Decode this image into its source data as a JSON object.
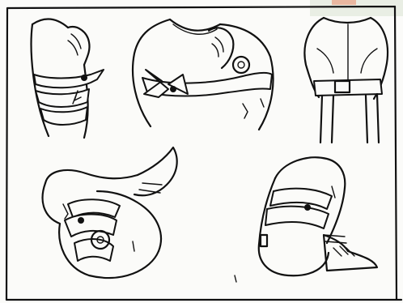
{
  "illustration": {
    "panels": [
      {
        "id": "upper-arm-bandage"
      },
      {
        "id": "shoulder-chest-bandage"
      },
      {
        "id": "back-belt-bandage"
      },
      {
        "id": "knee-bandage-left"
      },
      {
        "id": "knee-bandage-right"
      }
    ],
    "colors": {
      "ink": "#111111",
      "paper": "#fbfbf9",
      "corner_tab": "#e9eee4",
      "corner_accent": "#e9b7a0"
    }
  }
}
